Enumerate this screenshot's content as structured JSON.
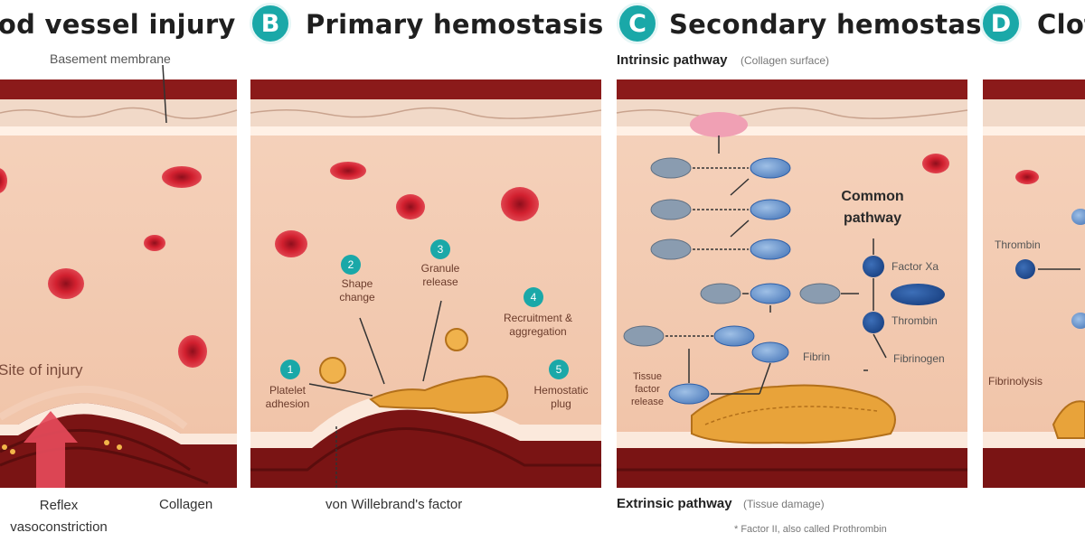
{
  "panels": {
    "a": {
      "title": "Blood vessel injury",
      "labels": {
        "basement_membrane": "Basement membrane",
        "site_of_injury": "Site of injury",
        "reflex_vasoconstriction": "Reflex vasoconstriction",
        "collagen": "Collagen"
      }
    },
    "b": {
      "badge": "B",
      "title": "Primary hemostasis",
      "labels": {
        "shape_change": "Shape change",
        "granule_release": "Granule release",
        "recruitment": "Recruitment & aggregation",
        "platelet_adhesion": "Platelet adhesion",
        "hemostatic_plug": "Hemostatic plug",
        "vwf": "von Willebrand's factor"
      },
      "steps": [
        "1",
        "2",
        "3",
        "4",
        "5"
      ]
    },
    "c": {
      "badge": "C",
      "title": "Secondary hemostasis",
      "intrinsic": "Intrinsic pathway",
      "intrinsic_note": "(Collagen surface)",
      "extrinsic": "Extrinsic pathway",
      "extrinsic_note": "(Tissue damage)",
      "footnote": "* Factor II, also called Prothrombin",
      "labels": {
        "common_pathway": "Common pathway",
        "factor_x": "Factor Xa",
        "thrombin": "Thrombin",
        "fibrin": "Fibrin",
        "fibrinogen": "Fibrinogen",
        "tissue_factor": "Tissue factor release"
      }
    },
    "d": {
      "badge": "D",
      "title": "Clot",
      "labels": {
        "thrombin": "Thrombin",
        "fibrinolysis": "Fibrinolysis"
      }
    }
  },
  "colors": {
    "badge": "#1aa8a8",
    "vessel_wall": "#8b1a1a",
    "lumen": "#f3c9b0",
    "rbc": "#cc1f2e",
    "platelet": "#e8a33a",
    "factor": "#2d5fa8"
  }
}
